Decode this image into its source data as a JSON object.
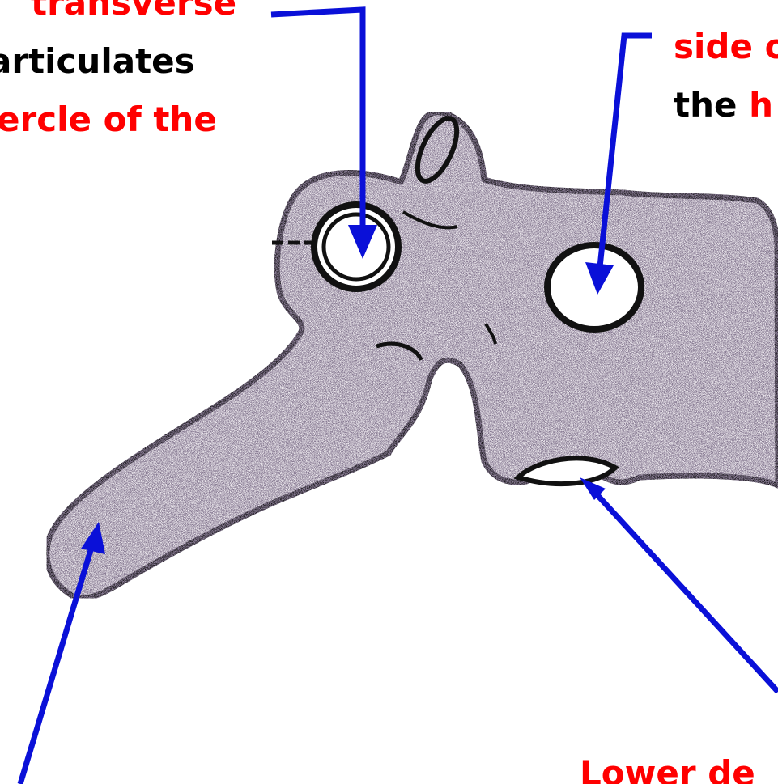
{
  "labels": {
    "top_left": {
      "line1": "transverse",
      "line2": "articulates",
      "line3": "ercle of the"
    },
    "top_right": {
      "line1": "side o",
      "line2_black": "the ",
      "line2_red": "h"
    },
    "bottom_right": "Lower de"
  },
  "colors": {
    "label_red": "#ff0000",
    "label_black": "#000000",
    "arrow_blue": "#0a10d8",
    "bone_fill": "#f2eef3",
    "bone_outline": "#111111"
  }
}
